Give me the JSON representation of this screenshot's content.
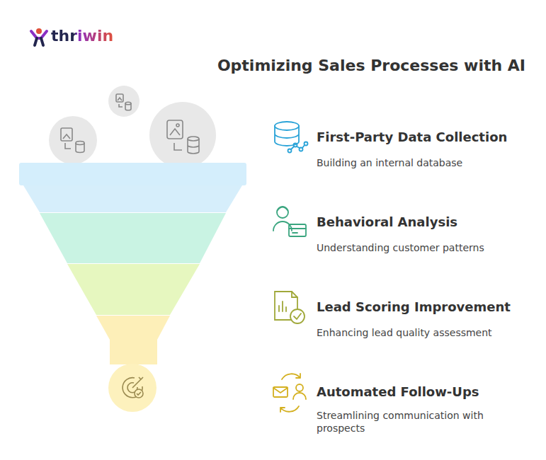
{
  "diagram": {
    "title": "Optimizing Sales Processes with AI",
    "labels": [
      "thriwin",
      "First-Party Data Collection",
      "Building an internal database",
      "Behavioral Analysis",
      "Understanding customer patterns",
      "Lead Scoring Improvement",
      "Enhancing lead quality assessment",
      "Automated Follow-Ups",
      "Streamlining communication with prospects"
    ]
  }
}
